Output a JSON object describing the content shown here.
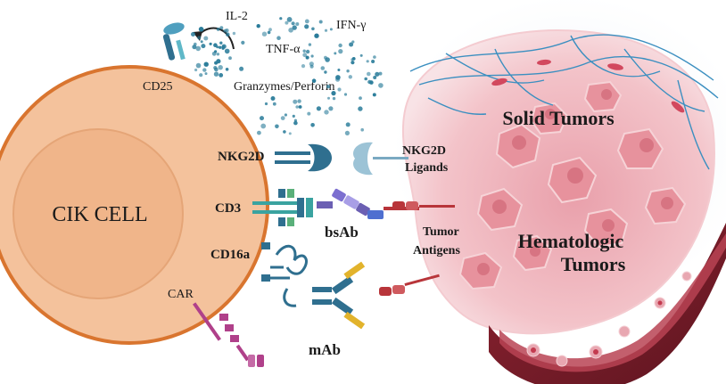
{
  "labels": {
    "cell": "CIK CELL",
    "cd25": "CD25",
    "il2": "IL-2",
    "tnf": "TNF-α",
    "ifn": "IFN-γ",
    "granzymes": "Granzymes/Perforin",
    "nkg2d": "NKG2D",
    "cd3": "CD3",
    "cd16a": "CD16a",
    "car": "CAR",
    "nkg2d_ligands_line1": "NKG2D",
    "nkg2d_ligands_line2": "Ligands",
    "bsab": "bsAb",
    "mab": "mAb",
    "tumor_antigens_line1": "Tumor",
    "tumor_antigens_line2": "Antigens",
    "solid_tumors": "Solid Tumors",
    "hematologic_line1": "Hematologic",
    "hematologic_line2": "Tumors"
  },
  "colors": {
    "cell_outer": "#f4c29c",
    "cell_border": "#d9752f",
    "cell_inner": "#f0b58a",
    "tumor_mass": "#f2b8bf",
    "tumor_cell": "#e88f9a",
    "vessel": "#7a1e2a",
    "receptor_blue": "#2f6f8f",
    "receptor_teal": "#3aa3a0",
    "receptor_purple": "#6b5fb3",
    "car_magenta": "#b0408a",
    "antigen_red": "#b8353a",
    "dots": "#2a7c9a"
  },
  "icons": [
    "cytokine-dots",
    "cd25-receptor-icon",
    "nkg2d-receptor-icon",
    "nkg2d-ligand-icon",
    "cd3-tcr-complex-icon",
    "bsab-antibody-icon",
    "cd16a-receptor-icon",
    "mab-antibody-icon",
    "car-receptor-icon",
    "tumor-antigen-icon",
    "blood-vessel-icon"
  ]
}
